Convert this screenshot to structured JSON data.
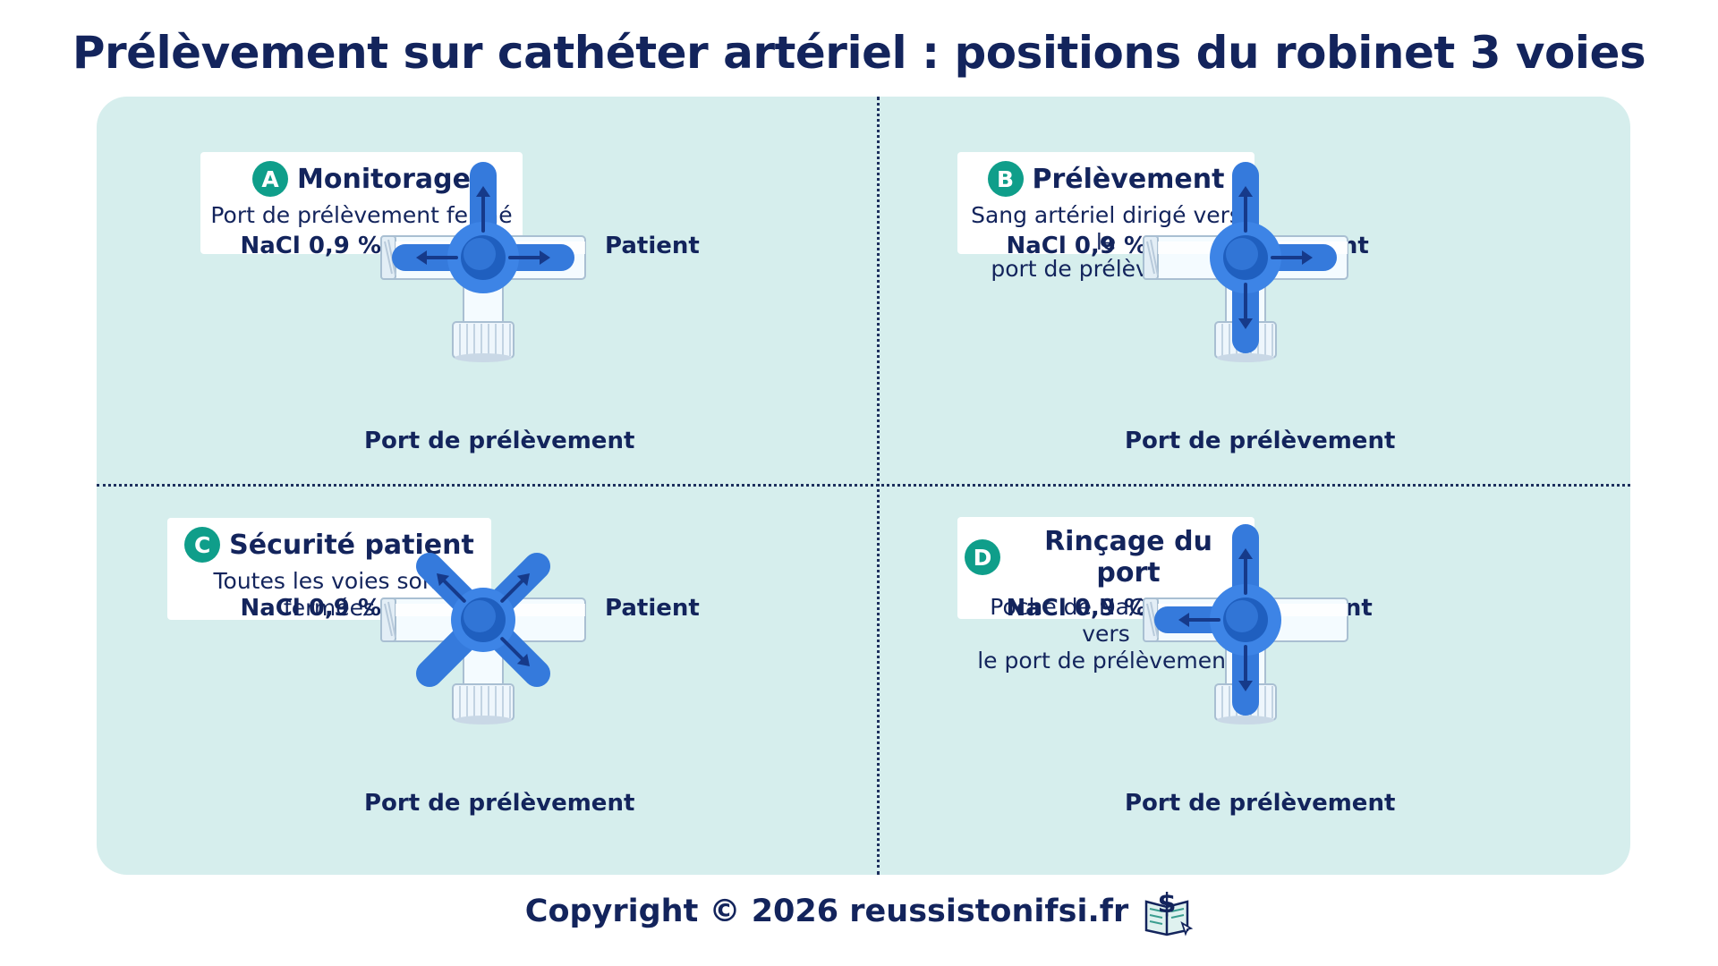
{
  "title": "Prélèvement sur cathéter artériel : positions du robinet 3 voies",
  "quadrants": [
    {
      "letter": "A",
      "heading": "Monitorage",
      "description": [
        "Port de prélèvement fermé"
      ],
      "left_label": "NaCl 0,9 %",
      "right_label": "Patient",
      "bottom_label": "Port de prélèvement",
      "handle": "closed-port",
      "flow_arrows": [
        "up",
        "left",
        "right"
      ]
    },
    {
      "letter": "B",
      "heading": "Prélèvement",
      "description": [
        "Sang artériel dirigé vers le",
        "port de prélèvement"
      ],
      "left_label": "NaCl 0,9 %",
      "right_label": "Patient",
      "bottom_label": "Port de prélèvement",
      "handle": "closed-nacl",
      "flow_arrows": [
        "up",
        "right",
        "down"
      ]
    },
    {
      "letter": "C",
      "heading": "Sécurité patient",
      "description": [
        "Toutes les voies sont",
        "fermées"
      ],
      "left_label": "NaCl 0,9 %",
      "right_label": "Patient",
      "bottom_label": "Port de prélèvement",
      "handle": "all-closed",
      "flow_arrows": [
        "up-left",
        "up-right",
        "down-right"
      ]
    },
    {
      "letter": "D",
      "heading": "Rinçage du port",
      "description": [
        "Poche de NaCl 0,9 % vers",
        "le port de prélèvement"
      ],
      "left_label": "NaCl 0,9 %",
      "right_label": "Patient",
      "bottom_label": "Port de prélèvement",
      "handle": "closed-patient",
      "flow_arrows": [
        "up",
        "left",
        "down"
      ]
    }
  ],
  "footer": {
    "text": "Copyright © 2026 reussistonifsi.fr",
    "icon": "open-book-dollar-icon"
  },
  "colors": {
    "title": "#13245c",
    "panel_bg": "#d6eeed",
    "badge": "#0f9e8a",
    "valve_handle": "#3d84e6",
    "valve_handle_dark": "#1f5fbf",
    "arrow": "#163a8a"
  }
}
